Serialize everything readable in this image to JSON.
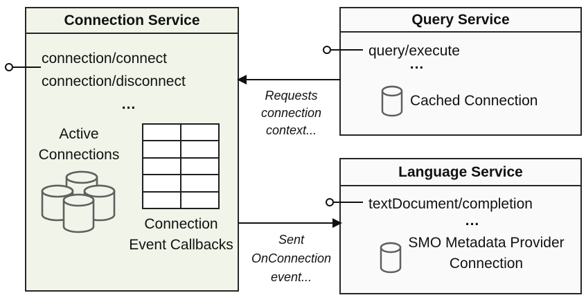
{
  "diagram": {
    "colors": {
      "connection_box_fill": "#f1f4e9",
      "service_box_fill": "#fafafa",
      "border": "#262626",
      "cylinder_stroke": "#5f5f5f"
    },
    "connection_service": {
      "title": "Connection Service",
      "endpoints": "connection/connect\nconnection/disconnect",
      "ellipsis": "...",
      "active_connections_label": "Active Connections",
      "callbacks_label": "Connection Event Callbacks",
      "callback_table": {
        "rows": 5,
        "cols": 2
      }
    },
    "query_service": {
      "title": "Query Service",
      "endpoint": "query/execute",
      "ellipsis": "...",
      "cached_connection_label": "Cached Connection"
    },
    "language_service": {
      "title": "Language Service",
      "endpoint": "textDocument/completion",
      "ellipsis": "...",
      "smo_label": "SMO Metadata Provider Connection"
    },
    "edges": {
      "requests_label": "Requests connection context...",
      "sent_label": "Sent OnConnection event..."
    }
  }
}
